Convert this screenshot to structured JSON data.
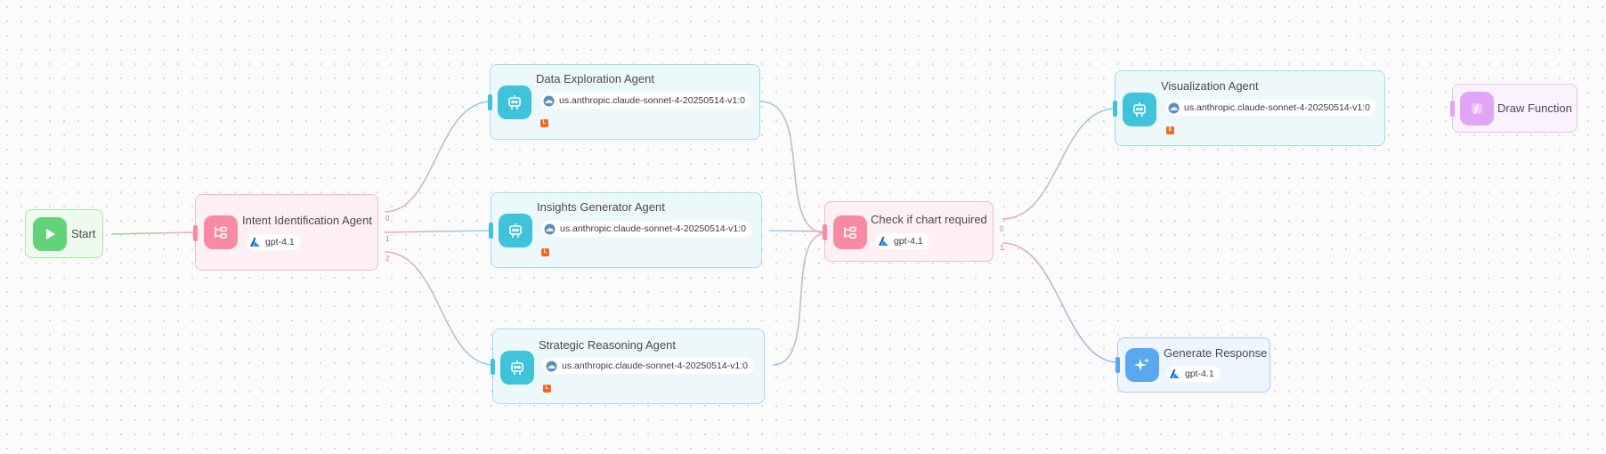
{
  "nodes": {
    "start": {
      "label": "Start",
      "icon": "play-icon"
    },
    "intent": {
      "label": "Intent Identification Agent",
      "model": "gpt-4.1",
      "ports": [
        "0",
        "1",
        "2"
      ]
    },
    "explore": {
      "label": "Data Exploration Agent",
      "model": "us.anthropic.claude-sonnet-4-20250514-v1:0",
      "badge": "L"
    },
    "insights": {
      "label": "Insights Generator Agent",
      "model": "us.anthropic.claude-sonnet-4-20250514-v1:0",
      "badge": "L"
    },
    "strategic": {
      "label": "Strategic Reasoning Agent",
      "model": "us.anthropic.claude-sonnet-4-20250514-v1:0",
      "badge": "L"
    },
    "check": {
      "label": "Check if chart required",
      "model": "gpt-4.1",
      "ports": [
        "0",
        "1"
      ]
    },
    "viz": {
      "label": "Visualization Agent",
      "model": "us.anthropic.claude-sonnet-4-20250514-v1:0",
      "badge": "E"
    },
    "draw": {
      "label": "Draw Function",
      "icon": "function-icon"
    },
    "gen": {
      "label": "Generate Response",
      "model": "gpt-4.1"
    }
  },
  "icons": {
    "agent": "robot-icon",
    "router": "router-icon",
    "llm": "sparkle-icon",
    "azure_logo": "azure-logo-icon",
    "anthropic_logo": "bedrock-logo-icon"
  },
  "colors": {
    "agent": "#3ec3da",
    "router": "#f88aa3",
    "start": "#63d37a",
    "function": "#e0a5f6",
    "llm": "#5aa9ee",
    "edge_pink": "#f2a7b9",
    "edge_blue": "#8fd1e3"
  }
}
